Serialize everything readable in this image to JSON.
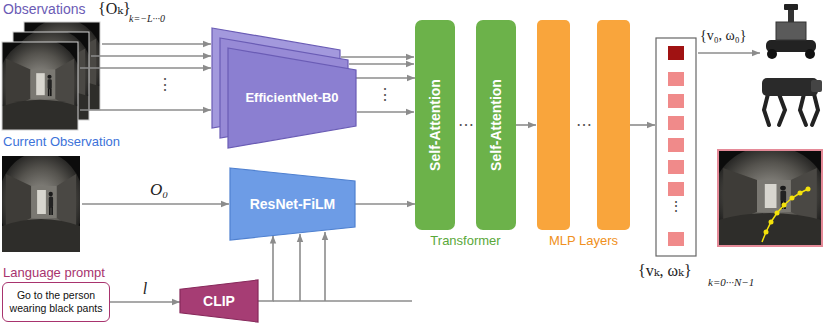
{
  "diagram": {
    "nodes": [
      {
        "text": [
          "EfficientNet-B0"
        ]
      },
      {
        "text": [
          "ResNet-FiLM"
        ]
      },
      {
        "text": [
          "Language prompt",
          "Go to the person wearing black pants"
        ]
      },
      {
        "text": [
          "CLIP"
        ]
      },
      {
        "text": [
          "Self-Attention"
        ]
      },
      {
        "text": [
          "Self-Attention"
        ]
      }
    ],
    "edges": [
      {
        "from": 0,
        "to": 4,
        "arrow": "to"
      },
      {
        "from": 1,
        "to": 4,
        "arrow": "to"
      },
      {
        "from": 2,
        "to": 3,
        "arrow": "to",
        "label": "l"
      },
      {
        "from": 3,
        "to": 1,
        "arrow": "to"
      }
    ],
    "labels": [
      "Observations",
      "{Oₖ}",
      "k=−L···0",
      "Current Observation",
      "O₀",
      "⋮",
      "⋮",
      "⋯",
      "Transformer",
      "⋯",
      "MLP Layers",
      "⋮",
      "{v₀, ω₀}",
      "{vₖ, ωₖ}",
      "k=0···N−1"
    ]
  }
}
